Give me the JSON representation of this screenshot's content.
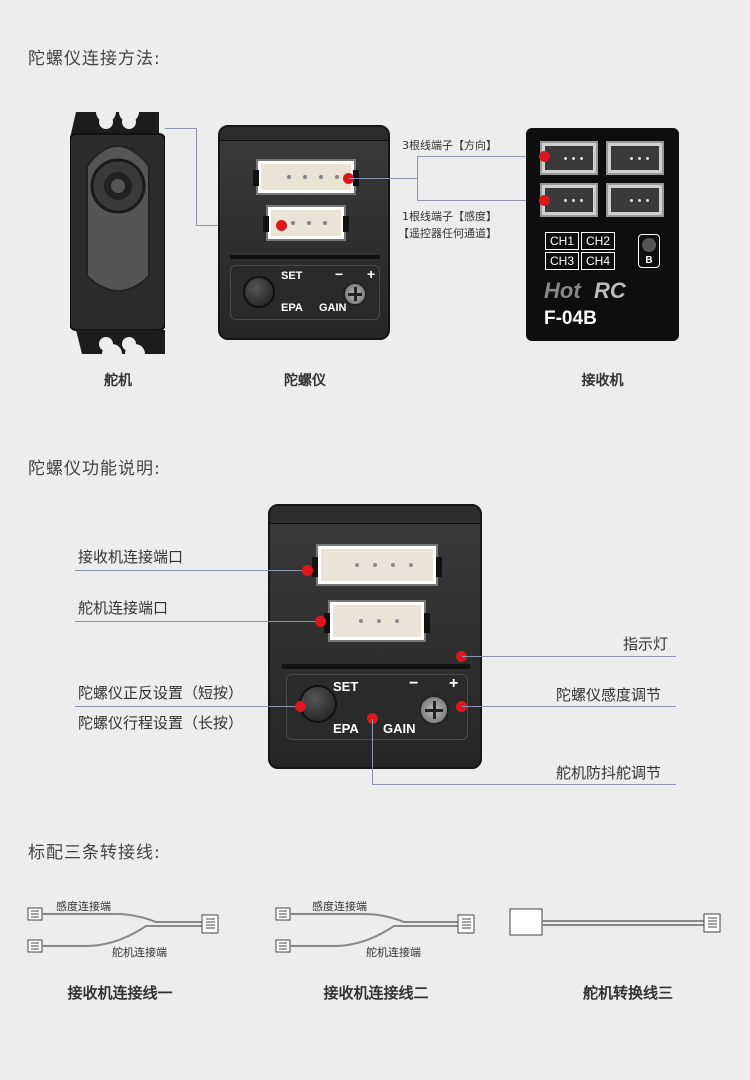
{
  "section1": {
    "title": "陀螺仪连接方法:",
    "captions": {
      "servo": "舵机",
      "gyro": "陀螺仪",
      "receiver": "接收机"
    },
    "labels": {
      "three_wire": "3根线端子【方向】",
      "one_wire_1": "1根线端子【感度】",
      "one_wire_2": "【遥控器任何通道】"
    },
    "gyro_panel": {
      "set": "SET",
      "epa": "EPA",
      "gain": "GAIN",
      "minus": "−",
      "plus": "+"
    },
    "receiver": {
      "channels": [
        "CH1",
        "CH2",
        "CH3",
        "CH4"
      ],
      "b_button": "B",
      "brand_hot": "Hot",
      "brand_rc": "RC",
      "model": "F-04B"
    }
  },
  "section2": {
    "title": "陀螺仪功能说明:",
    "callouts": {
      "rx_port": "接收机连接端口",
      "servo_port": "舵机连接端口",
      "indicator": "指示灯",
      "reverse": "陀螺仪正反设置（短按）",
      "travel": "陀螺仪行程设置（长按）",
      "sensitivity": "陀螺仪感度调节",
      "anti_shake": "舵机防抖舵调节"
    },
    "gyro_panel": {
      "set": "SET",
      "epa": "EPA",
      "gain": "GAIN",
      "minus": "−",
      "plus": "+"
    }
  },
  "section3": {
    "title": "标配三条转接线:",
    "cables": [
      {
        "top_label": "感度连接端",
        "bottom_label": "舵机连接端",
        "caption": "接收机连接线一"
      },
      {
        "top_label": "感度连接端",
        "bottom_label": "舵机连接端",
        "caption": "接收机连接线二"
      },
      {
        "caption": "舵机转换线三"
      }
    ]
  },
  "colors": {
    "background": "#ededed",
    "dot": "#e0161e",
    "leader": "#8b95ad",
    "device": "#2a2a2a"
  }
}
